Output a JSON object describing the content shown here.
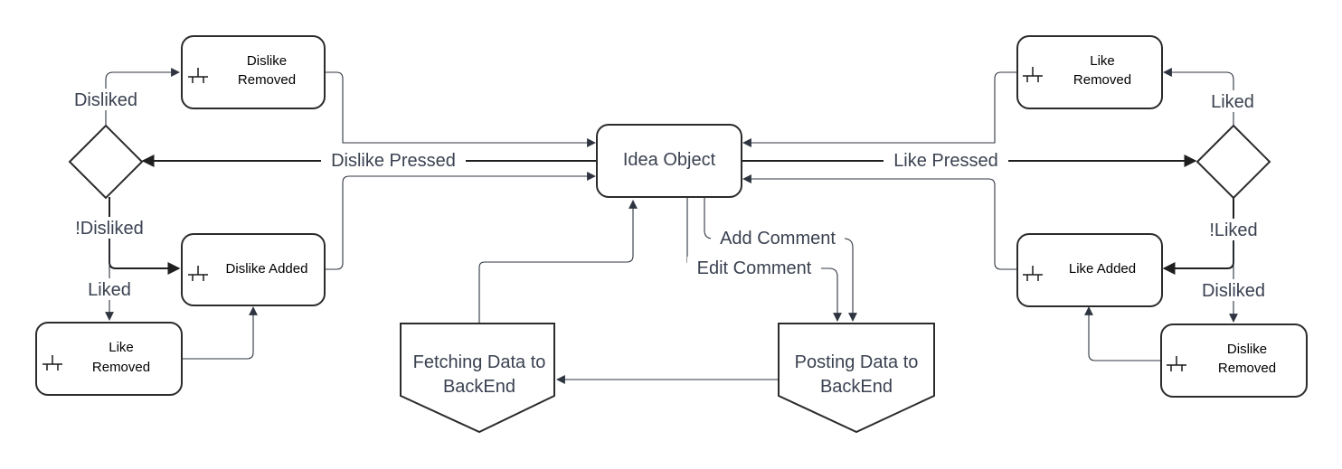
{
  "diagram": {
    "nodes": {
      "idea_object": "Idea Object",
      "dislike_removed_top": [
        "Dislike",
        "Removed"
      ],
      "dislike_added": "Dislike Added",
      "like_removed_bottom_left": [
        "Like",
        "Removed"
      ],
      "like_removed_top_right": [
        "Like",
        "Removed"
      ],
      "like_added": "Like Added",
      "dislike_removed_bottom_right": [
        "Dislike",
        "Removed"
      ],
      "fetching": [
        "Fetching Data to",
        "BackEnd"
      ],
      "posting": [
        "Posting Data to",
        "BackEnd"
      ]
    },
    "edges": {
      "dislike_pressed": "Dislike Pressed",
      "like_pressed": "Like Pressed",
      "disliked_left": "Disliked",
      "not_disliked": "!Disliked",
      "liked_left": "Liked",
      "liked_right": "Liked",
      "not_liked": "!Liked",
      "disliked_right": "Disliked",
      "add_comment": "Add Comment",
      "edit_comment": "Edit Comment"
    }
  }
}
